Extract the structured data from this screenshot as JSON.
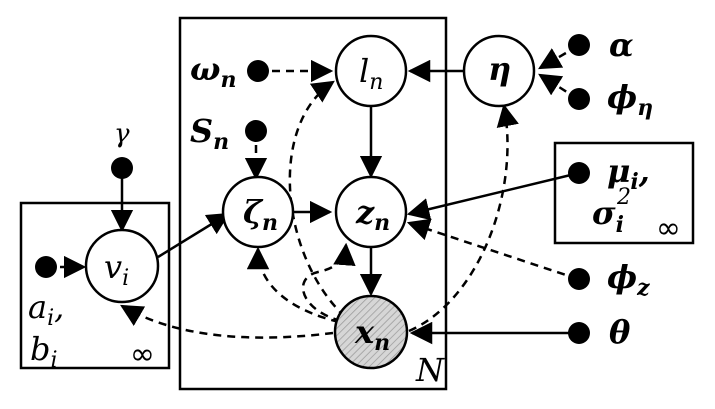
{
  "plates": {
    "left_count": "∞",
    "center_count": "N",
    "right_count": "∞"
  },
  "nodes": {
    "v": {
      "base": "v",
      "sub": "i"
    },
    "l": {
      "base": "l",
      "sub": "n"
    },
    "eta": {
      "base": "η"
    },
    "zeta": {
      "base": "ζ",
      "sub": "n"
    },
    "z": {
      "base": "z",
      "sub": "n"
    },
    "x": {
      "base": "x",
      "sub": "n"
    }
  },
  "params": {
    "gamma": "γ",
    "a": {
      "base": "a",
      "sub": "i",
      "suffix": ","
    },
    "b": {
      "base": "b",
      "sub": "i"
    },
    "omega": {
      "base": "ω",
      "sub": "n"
    },
    "s": {
      "base": "S",
      "sub": "n"
    },
    "alpha": "α",
    "phi_eta": {
      "base": "ϕ",
      "sub": "η"
    },
    "mu": {
      "base": "μ",
      "sub": "i",
      "suffix": ","
    },
    "sigma": {
      "base": "σ",
      "sub": "i",
      "sup": "2"
    },
    "phi_z": {
      "base": "ϕ",
      "sub": "z"
    },
    "theta": "θ"
  }
}
